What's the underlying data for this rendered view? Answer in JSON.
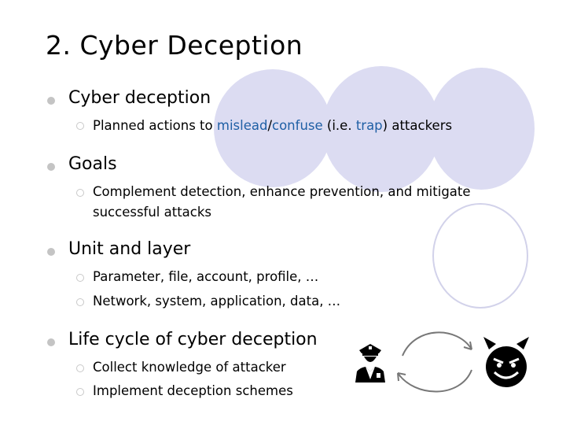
{
  "slide": {
    "title": "2. Cyber Deception",
    "sections": [
      {
        "heading": "Cyber deception",
        "items": [
          {
            "parts": [
              "Planned actions to ",
              "mislead",
              "/",
              "confuse",
              " (i.e. ",
              "trap",
              ") attackers"
            ]
          }
        ]
      },
      {
        "heading": "Goals",
        "items": [
          {
            "text": "Complement detection, enhance prevention, and mitigate successful attacks"
          }
        ]
      },
      {
        "heading": "Unit and layer",
        "items": [
          {
            "text": "Parameter, file, account, profile, …"
          },
          {
            "text": "Network, system, application, data, …"
          }
        ]
      },
      {
        "heading": "Life cycle of cyber deception",
        "items": [
          {
            "text": "Collect knowledge of attacker"
          },
          {
            "text": "Implement deception schemes"
          }
        ]
      }
    ]
  },
  "colors": {
    "emphasis": "#1f5fa5",
    "decor_fill": "#d9d9f2",
    "decor_outline": "#c9c9e6",
    "bullet": "#c4c4c4"
  },
  "icons": {
    "defender": "police-officer-icon",
    "attacker": "devil-face-icon",
    "cycle": "cycle-arrows-icon"
  }
}
